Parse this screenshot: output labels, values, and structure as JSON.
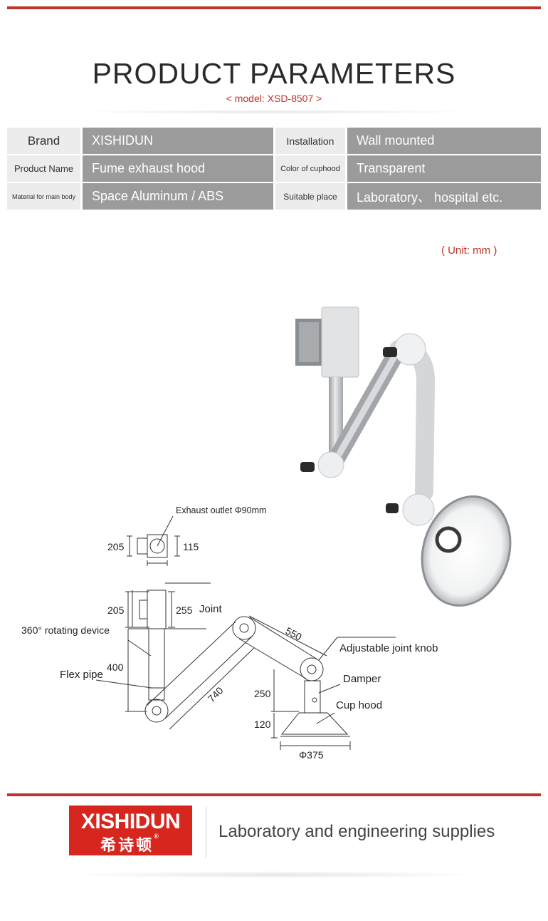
{
  "header": {
    "title": "PRODUCT PARAMETERS",
    "subtitle": "< model:  XSD-8507 >"
  },
  "params": [
    {
      "label1": "Brand",
      "value1": "XISHIDUN",
      "label2": "Installation",
      "value2": "Wall mounted"
    },
    {
      "label1": "Product Name",
      "value1": "Fume exhaust hood",
      "label2": "Color of cuphood",
      "value2": "Transparent"
    },
    {
      "label1": "Material for main body",
      "value1": "Space Aluminum / ABS",
      "label2": "Suitable place",
      "value2": "Laboratory、 hospital etc."
    }
  ],
  "unit_note": "( Unit: mm )",
  "diagram": {
    "exhaust_outlet": "Exhaust outlet Φ90mm",
    "dim_205_top": "205",
    "dim_115": "115",
    "dim_205": "205",
    "dim_255": "255",
    "joint": "Joint",
    "dim_550": "550",
    "rotating": "360° rotating device",
    "adjustable": "Adjustable joint knob",
    "dim_400": "400",
    "flex_pipe": "Flex pipe",
    "damper": "Damper",
    "dim_250": "250",
    "cup_hood": "Cup hood",
    "dim_740": "740",
    "dim_120": "120",
    "dim_375": "Φ375"
  },
  "footer": {
    "logo_en": "XISHIDUN",
    "logo_cn": "希诗顿",
    "logo_reg": "®",
    "tagline": "Laboratory and engineering supplies"
  },
  "colors": {
    "accent": "#c0332b",
    "value_bg": "#9b9b9b",
    "label_bg": "#ececec",
    "logo_bg": "#d7261e"
  }
}
